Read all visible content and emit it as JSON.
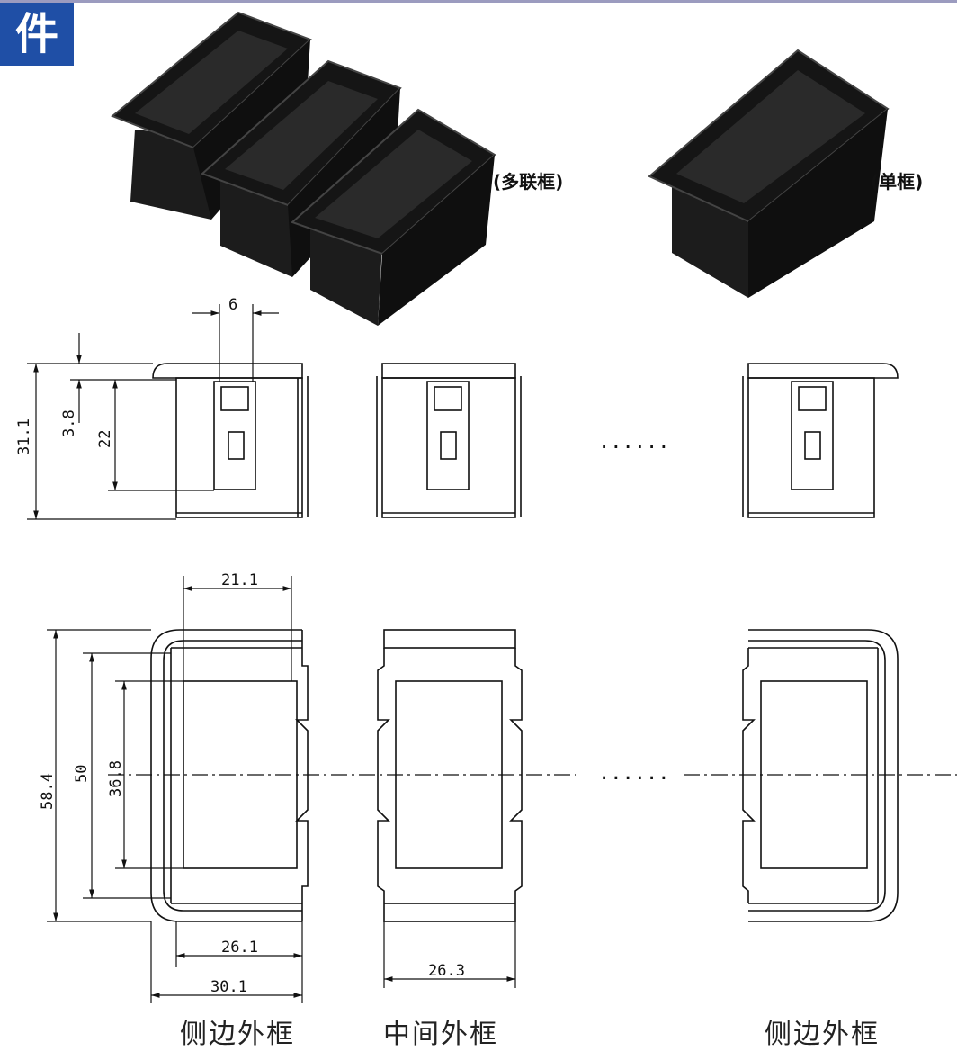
{
  "header": {
    "badge_text": "件"
  },
  "photos": {
    "multi_label": "(多联框)",
    "single_label": "(单框)"
  },
  "front_view": {
    "dim_width": "6",
    "dim_height_total": "31.1",
    "dim_height_offset": "3.8",
    "dim_height_inner": "22",
    "ellipsis": "......"
  },
  "top_view": {
    "dim_inner_width": "21.1",
    "dim_outer_height": "58.4",
    "dim_mid_height": "50",
    "dim_inner_height": "36.8",
    "dim_side_width": "26.1",
    "dim_side_outer_width": "30.1",
    "dim_middle_width": "26.3",
    "ellipsis": "......"
  },
  "captions": {
    "left": "侧边外框",
    "middle": "中间外框",
    "right": "侧边外框"
  }
}
